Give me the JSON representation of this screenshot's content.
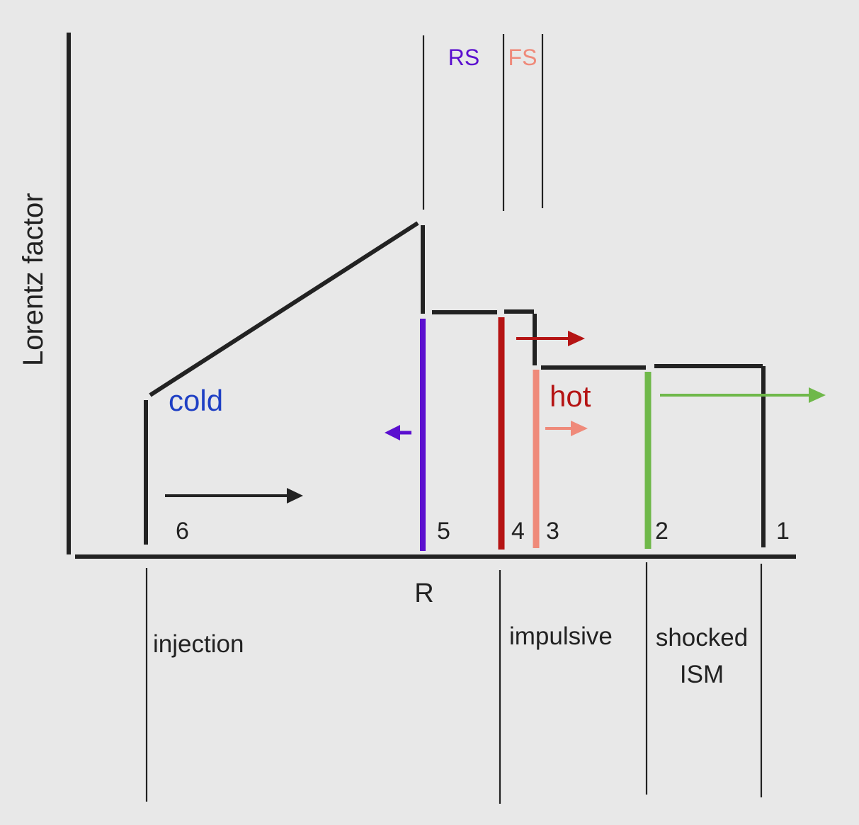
{
  "axes": {
    "y_label": "Lorentz factor",
    "x_label": "R"
  },
  "shocks": {
    "rs": "RS",
    "fs": "FS"
  },
  "labels": {
    "cold": "cold",
    "hot": "hot"
  },
  "regions": {
    "r6": "6",
    "r5": "5",
    "r4": "4",
    "r3": "3",
    "r2": "2",
    "r1": "1"
  },
  "phases": {
    "injection": "injection",
    "impulsive": "impulsive",
    "shocked_line1": "shocked",
    "shocked_line2": "ISM"
  },
  "colors": {
    "background": "#e8e8e8",
    "ink": "#222222",
    "reverse_shock": "#5b0fcf",
    "contact": "#b51414",
    "forward_shock": "#ef8a7a",
    "ism_front": "#6fb84a",
    "cold_text": "#1e3fc4",
    "hot_text": "#b51414",
    "rs_text": "#5b0fcf",
    "fs_text": "#ef8a7a"
  }
}
